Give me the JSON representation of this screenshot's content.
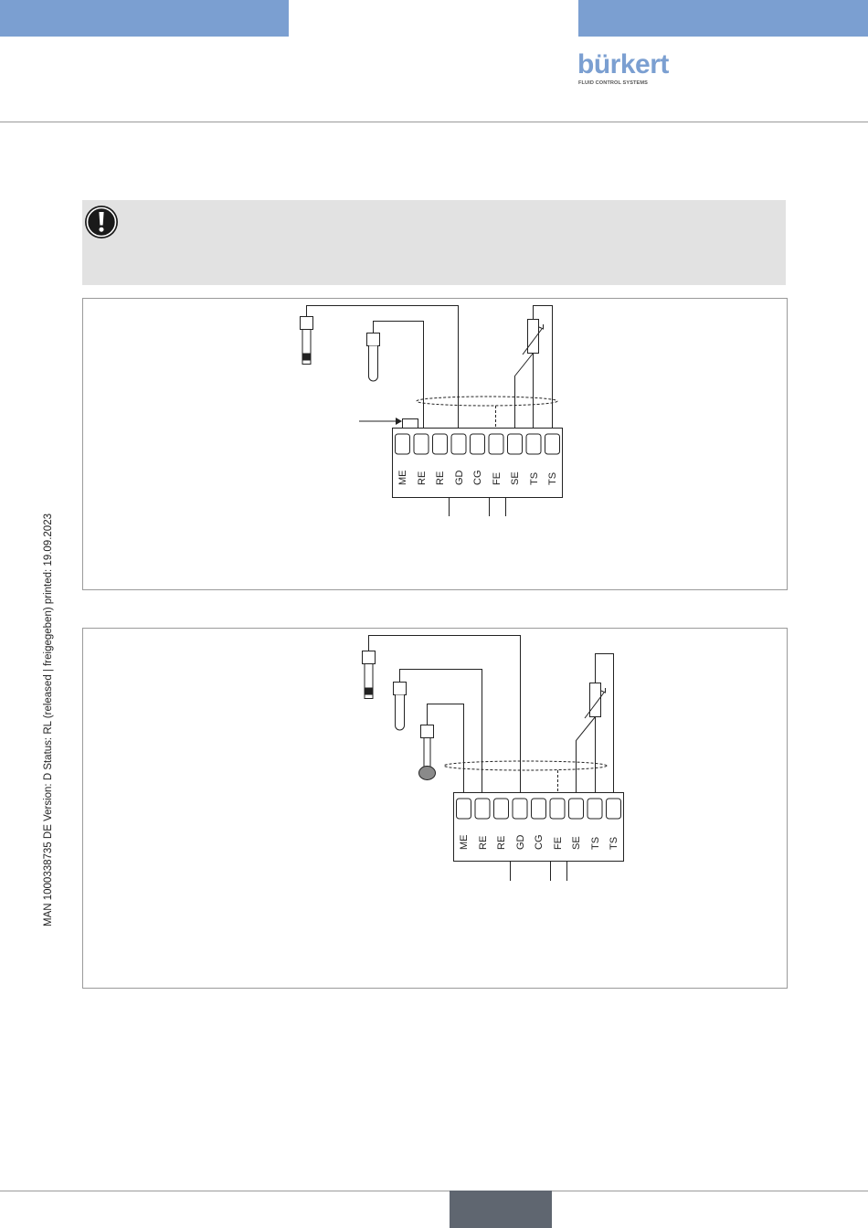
{
  "header": {
    "brand_name": "bürkert",
    "brand_tagline": "FLUID CONTROL SYSTEMS",
    "brand_color": "#7b9fd1"
  },
  "note": {
    "icon": "exclamation-icon",
    "background": "#e2e2e2"
  },
  "figure1": {
    "terminals": [
      "ME",
      "RE",
      "RE",
      "GD",
      "CG",
      "FE",
      "SE",
      "TS",
      "TS"
    ]
  },
  "figure2": {
    "terminals": [
      "ME",
      "RE",
      "RE",
      "GD",
      "CG",
      "FE",
      "SE",
      "TS",
      "TS"
    ]
  },
  "side_text": "MAN  1000338735  DE  Version: D Status: RL (released | freigegeben)  printed: 19.09.2023",
  "footer": {
    "page_tab_color": "#5f6670"
  }
}
